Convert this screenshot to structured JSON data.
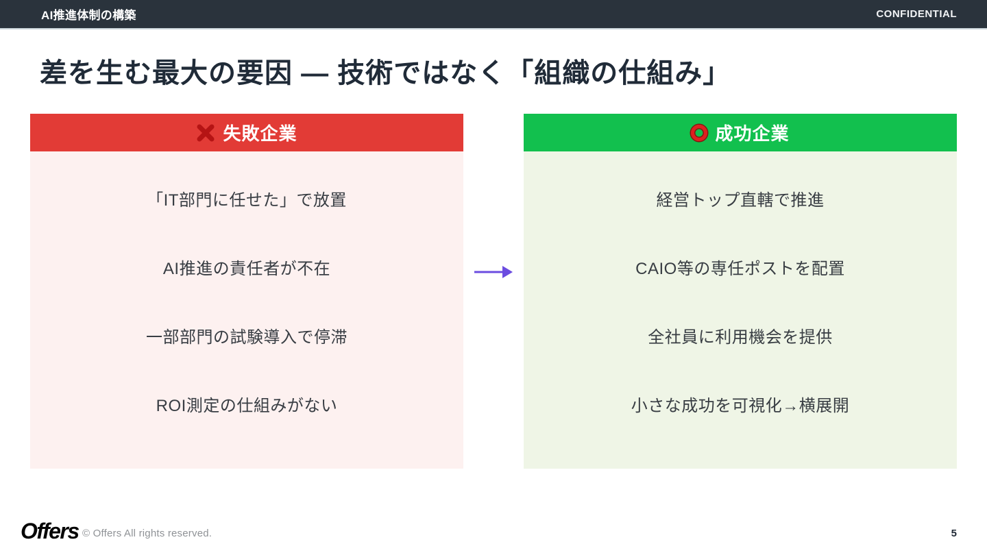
{
  "topbar": {
    "title": "AI推進体制の構築",
    "confidential_label": "CONFIDENTIAL"
  },
  "slide": {
    "title": "差を生む最大の要因 — 技術ではなく「組織の仕組み」",
    "page_number": "5"
  },
  "columns": {
    "fail": {
      "icon": "cross-mark-icon",
      "header": "失敗企業",
      "items": [
        "「IT部門に任せた」で放置",
        "AI推進の責任者が不在",
        "一部部門の試験導入で停滞",
        "ROI測定の仕組みがない"
      ]
    },
    "success": {
      "icon": "hollow-red-circle-icon",
      "header": "成功企業",
      "items": [
        "経営トップ直轄で推進",
        "CAIO等の専任ポストを配置",
        "全社員に利用機会を提供",
        "小さな成功を可視化→横展開"
      ]
    }
  },
  "arrow": {
    "meaning": "fail-to-success-transition",
    "direction": "right"
  },
  "footer": {
    "logo_text": "Offers",
    "copyright": "© Offers All rights reserved."
  },
  "colors": {
    "topbar_background": "#2a333c",
    "fail_header_background": "#e23b36",
    "fail_body_background": "#fdf1f0",
    "success_header_background": "#12c04e",
    "success_body_background": "#eff5e6",
    "cross_icon": "#b51414",
    "circle_icon": "#df1f1f",
    "arrow": "#6b4ce0",
    "title_text": "#202b38",
    "item_text": "#383d43"
  }
}
